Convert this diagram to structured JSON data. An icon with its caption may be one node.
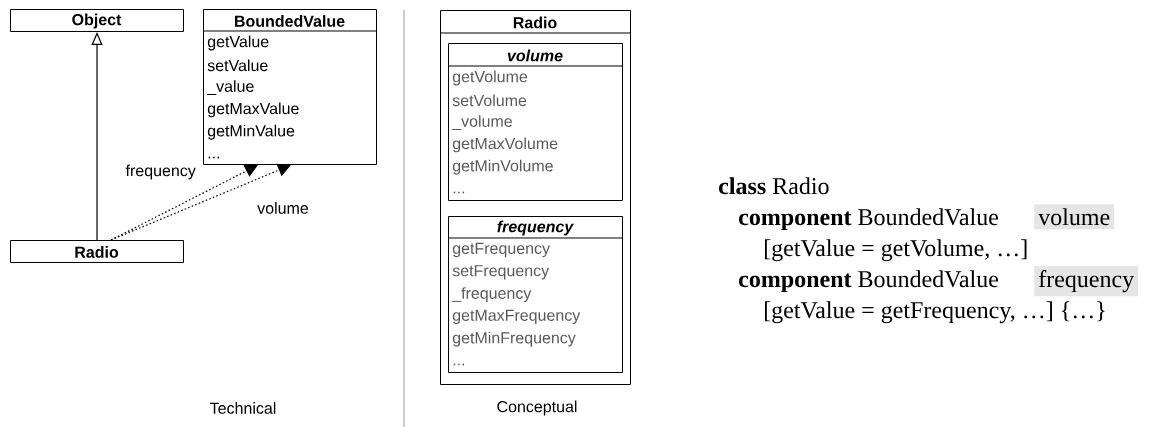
{
  "diagram": {
    "nodes": [
      {
        "text": [
          "Object"
        ]
      },
      {
        "text": [
          "BoundedValue",
          "getValue",
          "setValue",
          "_value",
          "getMaxValue",
          "getMinValue",
          "..."
        ]
      },
      {
        "text": [
          "Radio"
        ]
      },
      {
        "text": [
          "Radio"
        ]
      },
      {
        "text": [
          "volume",
          "getVolume",
          "setVolume",
          "_volume",
          "getMaxVolume",
          "getMinVolume",
          "..."
        ],
        "in": 3
      },
      {
        "text": [
          "frequency",
          "getFrequency",
          "setFrequency",
          "_frequency",
          "getMaxFrequency",
          "getMinFrequency",
          "..."
        ],
        "in": 3
      }
    ],
    "edges": [
      {
        "from": 2,
        "to": 0,
        "arrow": "to"
      },
      {
        "from": 2,
        "to": 1,
        "arrow": "to",
        "label": "frequency",
        "style": "dashed"
      },
      {
        "from": 2,
        "to": 1,
        "arrow": "to",
        "label": "volume",
        "style": "dashed"
      }
    ],
    "labels": [
      "**class** Radio",
      "**component** BoundedValue",
      "volume",
      "[getValue = getVolume, …]",
      "**component** BoundedValue",
      "frequency",
      "[getValue = getFrequency, …] {…}",
      "Technical",
      "Conceptual"
    ]
  }
}
